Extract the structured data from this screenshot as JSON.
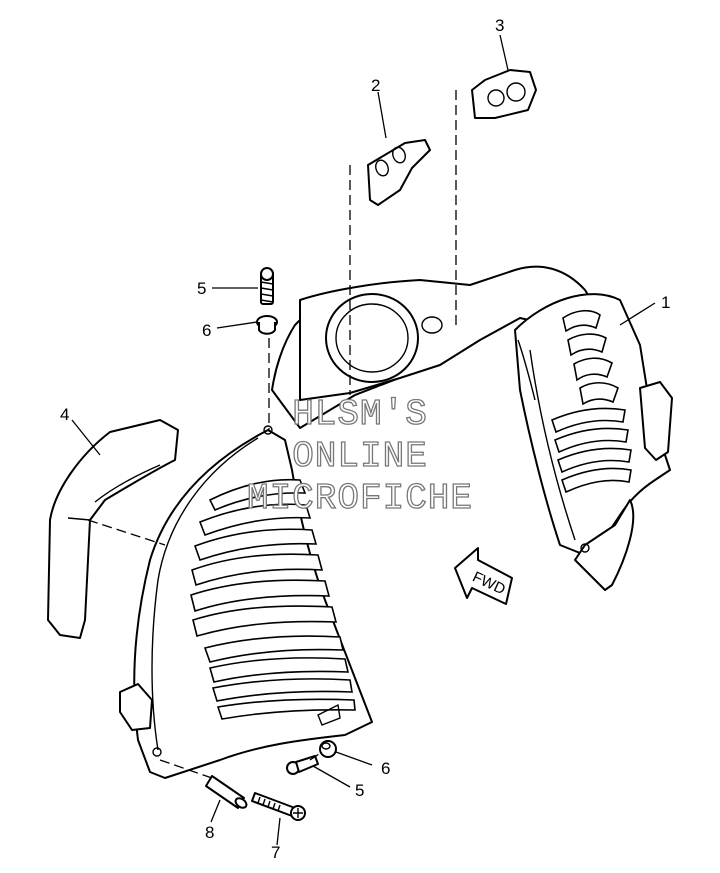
{
  "callouts": {
    "p1": "1",
    "p2": "2",
    "p3": "3",
    "p4": "4",
    "p5_top": "5",
    "p6_top": "6",
    "p6_bottom": "6",
    "p5_bottom": "5",
    "p7": "7",
    "p8": "8"
  },
  "direction_label": "FWD",
  "watermark": {
    "line1": "HLSM'S",
    "line2": "ONLINE",
    "line3": "MICROFICHE"
  }
}
